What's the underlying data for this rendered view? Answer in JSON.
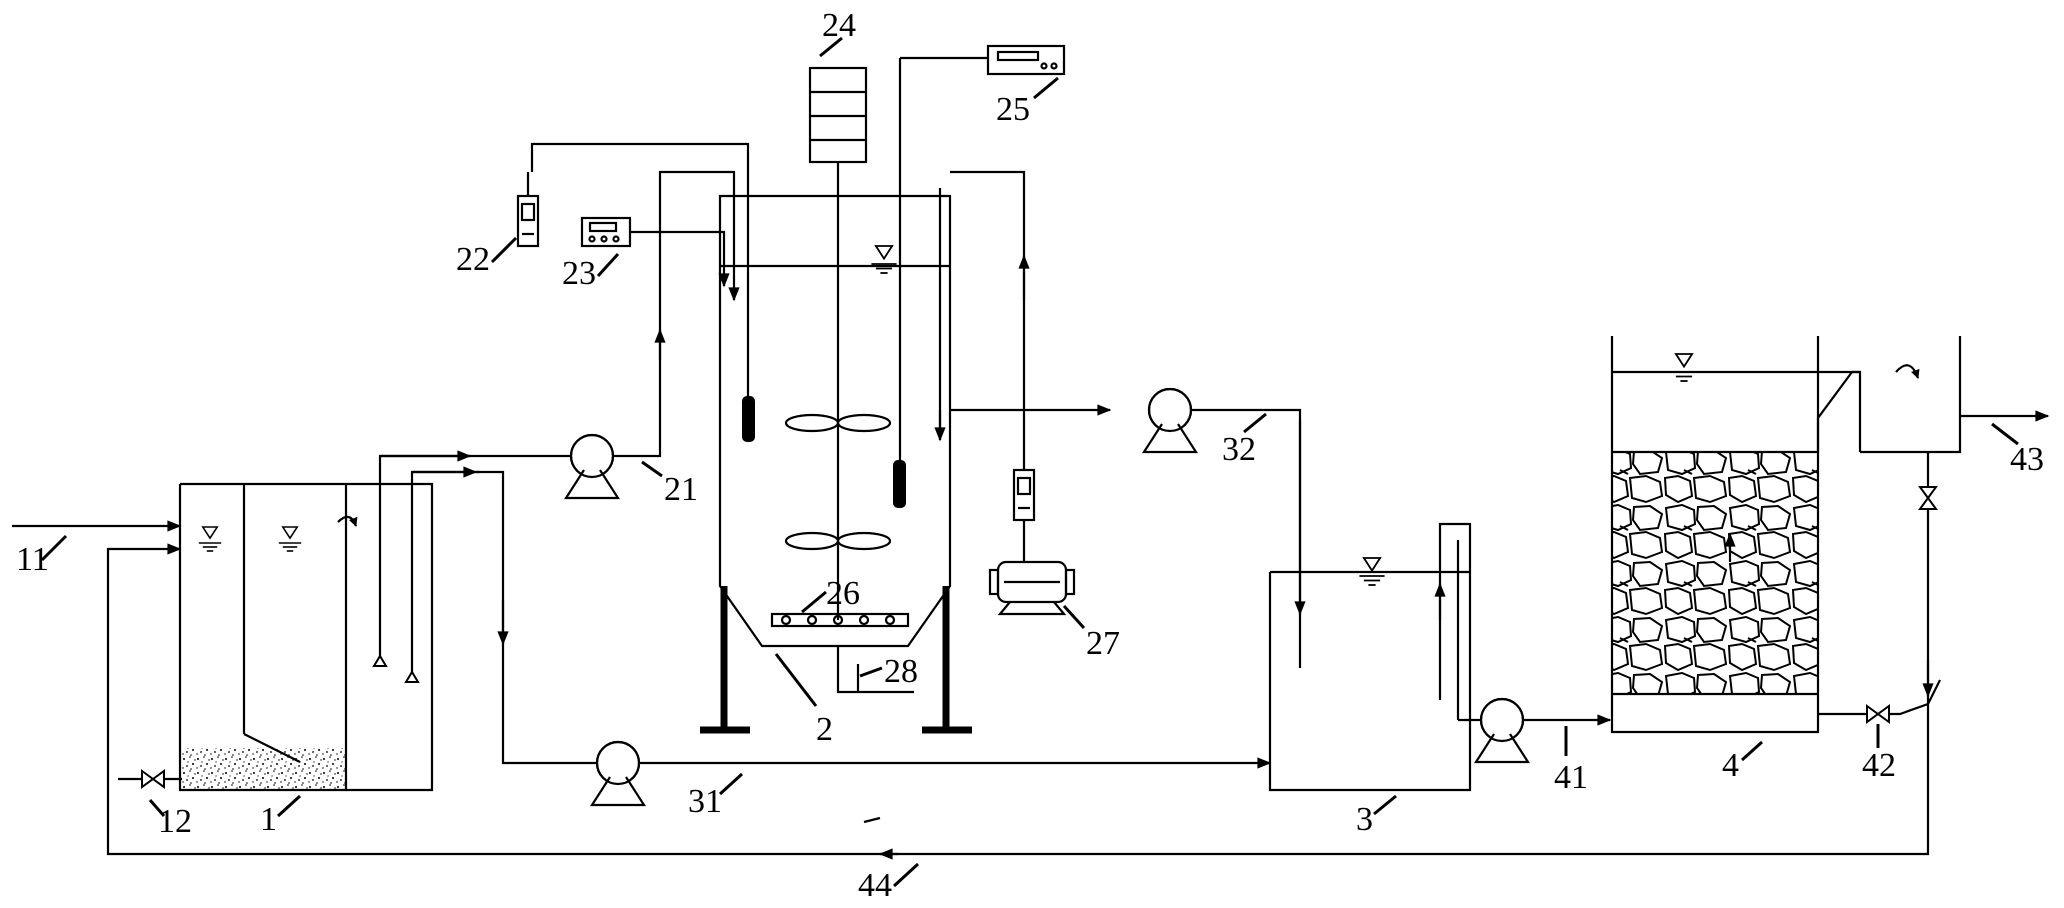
{
  "labels": {
    "n1": "1",
    "n2": "2",
    "n3": "3",
    "n4": "4",
    "n11": "11",
    "n12": "12",
    "n21": "21",
    "n22": "22",
    "n23": "23",
    "n24": "24",
    "n25": "25",
    "n26": "26",
    "n27": "27",
    "n28": "28",
    "n31": "31",
    "n32": "32",
    "n41": "41",
    "n42": "42",
    "n43": "43",
    "n44": "44"
  },
  "colors": {
    "line": "#000000",
    "background": "#ffffff"
  },
  "icons": {
    "pump": "pump-icon",
    "valve": "valve-icon",
    "water-level": "water-level-icon",
    "flow-arrow": "arrow-icon",
    "flowmeter": "flowmeter-icon",
    "controller": "controller-icon",
    "motor": "motor-icon",
    "blower": "blower-icon",
    "impeller": "impeller-icon",
    "probe": "probe-icon",
    "diffuser": "diffuser-icon",
    "media": "filter-media-icon"
  }
}
